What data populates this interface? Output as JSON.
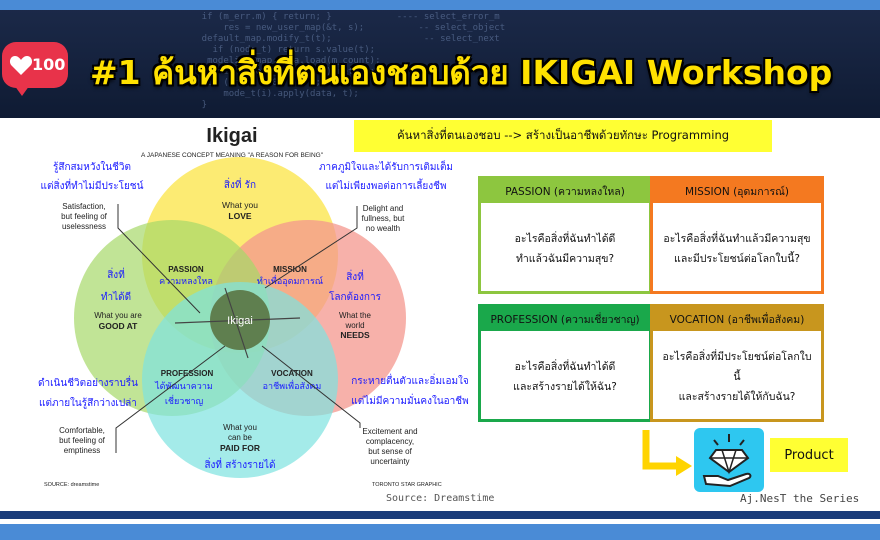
{
  "banner": {
    "badge_count": "100",
    "title": "#1 ค้นหาสิ่งที่ตนเองชอบด้วย IKIGAI Workshop",
    "colors": {
      "title": "#ffe100",
      "badge": "#e8334a",
      "background": "#0f1b33"
    }
  },
  "ikigai": {
    "title": "Ikigai",
    "subtitle": "A JAPANESE CONCEPT MEANING \"A REASON FOR BEING\"",
    "center": "Ikigai",
    "love": {
      "thai": "สิ่งที่ รัก",
      "line1": "What you",
      "line2": "LOVE"
    },
    "good_at": {
      "thai1": "สิ่งที่",
      "thai2": "ทำได้ดี",
      "line1": "What you are",
      "line2": "GOOD AT"
    },
    "needs": {
      "thai1": "สิ่งที่",
      "thai2": "โลกต้องการ",
      "line1": "What the",
      "line2": "world",
      "line3": "NEEDS"
    },
    "paid": {
      "line1": "What you",
      "line2": "can be",
      "line3": "PAID FOR",
      "thai": "สิ่งที่ สร้างรายได้"
    },
    "passion": {
      "en": "PASSION",
      "thai": "ความหลงใหล"
    },
    "mission": {
      "en": "MISSION",
      "thai": "ทำเพื่ออุดมการณ์"
    },
    "profession": {
      "en": "PROFESSION",
      "thai1": "ได้พัฒนาความ",
      "thai2": "เชี่ยวชาญ"
    },
    "vocation": {
      "en": "VOCATION",
      "thai": "อาชีพเพื่อสังคม"
    },
    "note_tl": {
      "thai1": "รู้สึกสมหวังในชีวิต",
      "thai2": "แต่สิ่งที่ทำไม่มีประโยชน์",
      "en1": "Satisfaction,",
      "en2": "but feeling of",
      "en3": "uselessness"
    },
    "note_tr": {
      "thai1": "ภาคภูมิใจและได้รับการเติมเต็ม",
      "thai2": "แต่ไม่เพียงพอต่อการเลี้ยงชีพ",
      "en1": "Delight and",
      "en2": "fullness, but",
      "en3": "no wealth"
    },
    "note_bl": {
      "thai1": "ดำเนินชีวิตอย่างราบรื่น",
      "thai2": "แต่ภายในรู้สึกว่างเปล่า",
      "en1": "Comfortable,",
      "en2": "but feeling of",
      "en3": "emptiness"
    },
    "note_br": {
      "thai1": "กระหายตื่นตัวและอิ่มเอมใจ",
      "thai2": "แต่ไม่มีความมั่นคงในอาชีพ",
      "en1": "Excitement and",
      "en2": "complacency,",
      "en3": "but sense of",
      "en4": "uncertainty"
    },
    "source_left": "SOURCE: dreamstime",
    "source_right": "TORONTO STAR GRAPHIC",
    "colors": {
      "love": "#fbe85a",
      "good_at": "#a6d96a",
      "needs": "#f4978e",
      "paid": "#7ee3e0",
      "center": "#5f7f4f"
    }
  },
  "panel": {
    "banner_text": "ค้นหาสิ่งที่ตนเองชอบ  --> สร้างเป็นอาชีพด้วยทักษะ  Programming",
    "cards": {
      "passion": {
        "header": "PASSION (ความหลงใหล)",
        "line1": "อะไรคือสิ่งที่ฉันทำได้ดี",
        "line2": "ทำแล้วฉันมีความสุข?"
      },
      "mission": {
        "header": "MISSION (อุดมการณ์)",
        "line1": "อะไรคือสิ่งที่ฉันทำแล้วมีความสุข",
        "line2": "และมีประโยชน์ต่อโลกใบนี้?"
      },
      "profession": {
        "header": "PROFESSION (ความเชี่ยวชาญ)",
        "line1": "อะไรคือสิ่งที่ฉันทำได้ดี",
        "line2": "และสร้างรายได้ให้ฉัน?"
      },
      "vocation": {
        "header": "VOCATION (อาชีพเพื่อสังคม)",
        "line1": "อะไรคือสิ่งที่มีประโยชน์ต่อโลกใบนี้",
        "line2": "และสร้างรายได้ให้กับฉัน?"
      }
    },
    "product_label": "Product",
    "series_text": "Aj.NesT the Series",
    "source_text": "Source: Dreamstime"
  }
}
